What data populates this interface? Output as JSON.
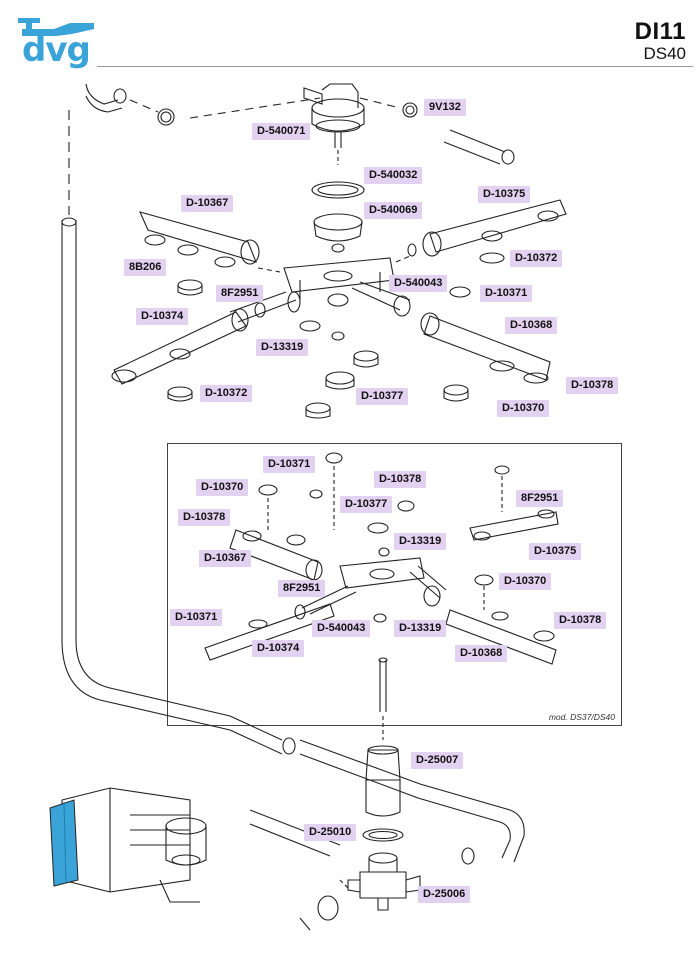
{
  "header": {
    "brand": "dvg",
    "model_code": "DI11",
    "model_sub": "DS40"
  },
  "inset": {
    "caption": "mod. DS37/DS40"
  },
  "colors": {
    "brand_blue": "#3aa3d8",
    "label_bg": "#e2d1f0"
  },
  "parts": [
    "9V132",
    "D-540071",
    "D-540032",
    "D-540069",
    "D-10367",
    "D-10375",
    "8B206",
    "D-10372",
    "8F2951",
    "D-540043",
    "D-10371",
    "D-10374",
    "D-10368",
    "D-13319",
    "D-10378",
    "D-10372",
    "D-10377",
    "D-10370",
    "D-10371",
    "D-10378",
    "D-10370",
    "D-10377",
    "8F2951",
    "D-10378",
    "D-13319",
    "D-10375",
    "D-10367",
    "D-10370",
    "8F2951",
    "D-10371",
    "D-540043",
    "D-13319",
    "D-10378",
    "D-10374",
    "D-10368",
    "D-25007",
    "D-25010",
    "D-25006"
  ]
}
